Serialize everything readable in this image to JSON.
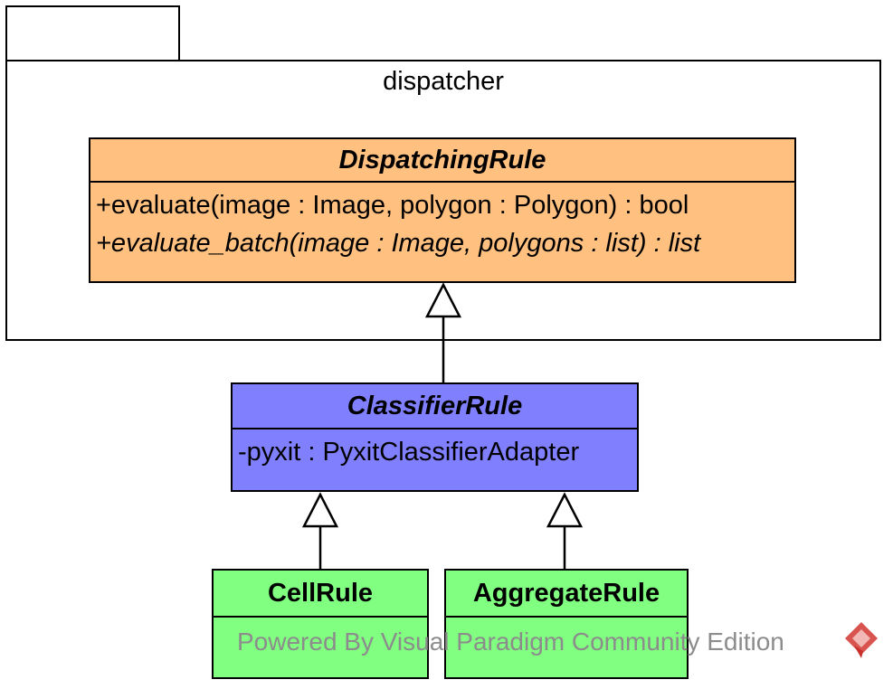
{
  "package": {
    "name": "dispatcher"
  },
  "classes": {
    "dispatching_rule": {
      "name": "DispatchingRule",
      "members": [
        "+evaluate(image : Image, polygon : Polygon) : bool",
        "+evaluate_batch(image : Image, polygons : list) : list"
      ],
      "color": "#ffc080"
    },
    "classifier_rule": {
      "name": "ClassifierRule",
      "members": [
        "-pyxit : PyxitClassifierAdapter"
      ],
      "color": "#8080ff"
    },
    "cell_rule": {
      "name": "CellRule",
      "color": "#80ff80"
    },
    "aggregate_rule": {
      "name": "AggregateRule",
      "color": "#80ff80"
    }
  },
  "relations": [
    {
      "type": "generalization",
      "from": "ClassifierRule",
      "to": "DispatchingRule"
    },
    {
      "type": "generalization",
      "from": "CellRule",
      "to": "ClassifierRule"
    },
    {
      "type": "generalization",
      "from": "AggregateRule",
      "to": "ClassifierRule"
    }
  ],
  "watermark": {
    "text": "Powered By  Visual Paradigm Community Edition",
    "icon": "visual-paradigm-logo-icon"
  }
}
